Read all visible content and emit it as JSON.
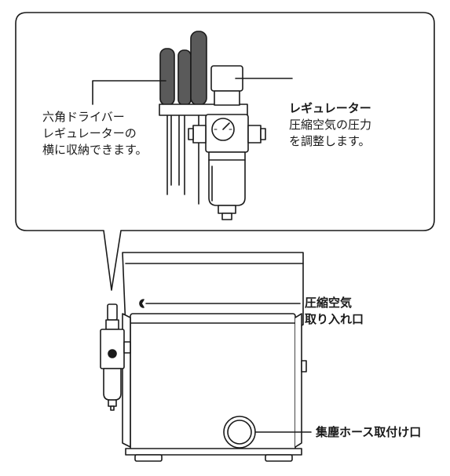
{
  "callout": {
    "driver_text": [
      "六角ドライバー",
      "レギュレーターの",
      "横に収納できます。"
    ],
    "regulator_title": "レギュレーター",
    "regulator_desc": [
      "圧縮空気の圧力",
      "を調整します。"
    ]
  },
  "machine": {
    "air_inlet_label": [
      "圧縮空気",
      "取り入れ口"
    ],
    "dust_hose_label": "集塵ホース取付け口"
  },
  "colors": {
    "line": "#1a1a1a",
    "fill_light": "#ffffff",
    "handle": "#5a5a5a"
  }
}
